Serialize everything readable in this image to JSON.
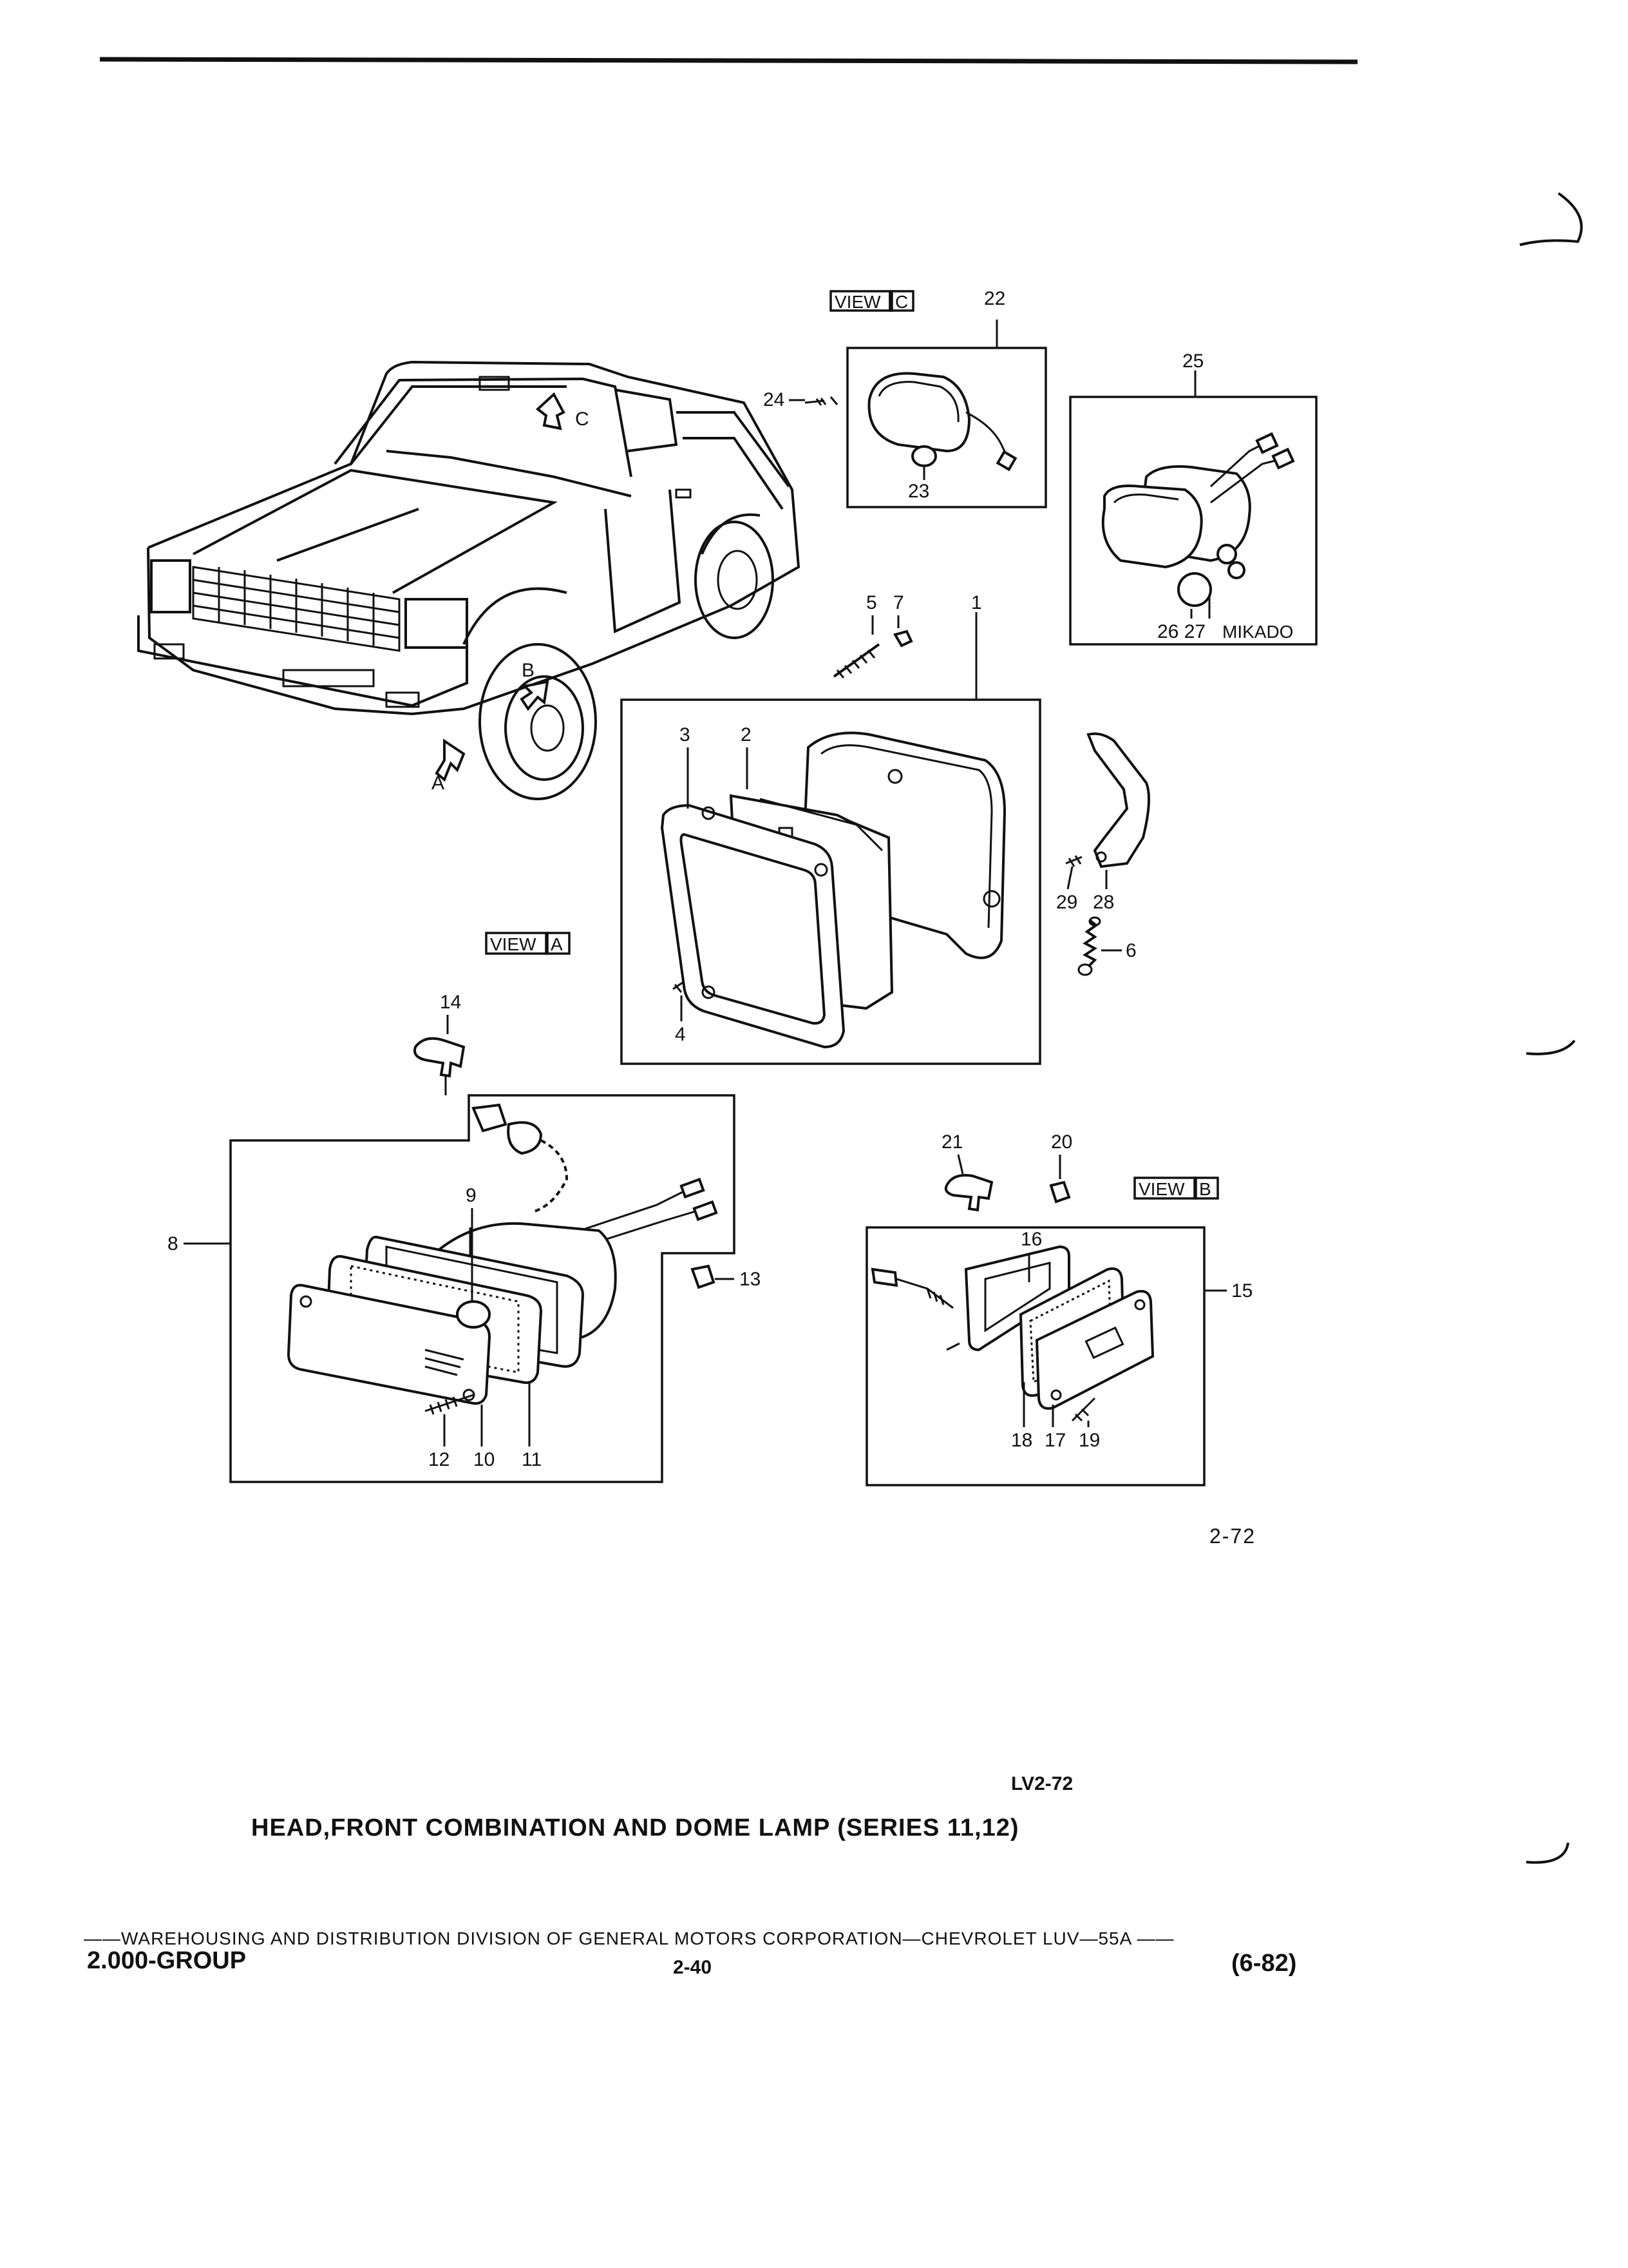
{
  "views": {
    "view_c": {
      "word": "VIEW",
      "letter": "C"
    },
    "view_a": {
      "word": "VIEW",
      "letter": "A"
    },
    "view_b": {
      "word": "VIEW",
      "letter": "B"
    }
  },
  "truck_markers": {
    "a": "A",
    "b": "B",
    "c": "C"
  },
  "callouts": {
    "c1": "1",
    "c2": "2",
    "c3": "3",
    "c4": "4",
    "c5": "5",
    "c6": "6",
    "c7": "7",
    "c8": "8",
    "c9": "9",
    "c10": "10",
    "c11": "11",
    "c12": "12",
    "c13": "13",
    "c14": "14",
    "c15": "15",
    "c16": "16",
    "c17": "17",
    "c18": "18",
    "c19": "19",
    "c20": "20",
    "c21": "21",
    "c22": "22",
    "c23": "23",
    "c24": "24",
    "c25": "25",
    "c26_27": "26 27",
    "mikado": "MIKADO",
    "c28": "28",
    "c29": "29"
  },
  "figure_code": "2-72",
  "reference_code": "LV2-72",
  "caption": "HEAD,FRONT COMBINATION AND DOME LAMP (SERIES 11,12)",
  "footer": {
    "line": "——WAREHOUSING AND DISTRIBUTION  DIVISION OF GENERAL MOTORS CORPORATION—CHEVROLET LUV—55A  ——",
    "group": "2.000-GROUP",
    "page": "2-40",
    "revision": "(6-82)"
  }
}
